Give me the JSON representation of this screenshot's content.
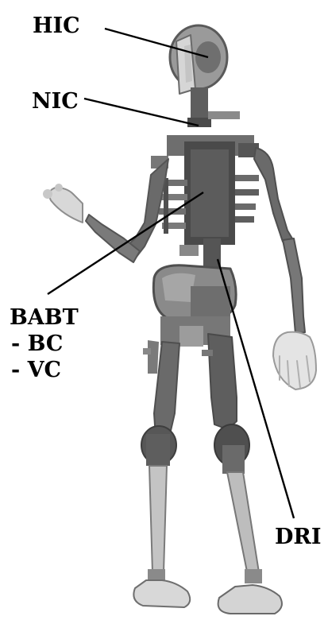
{
  "labels": {
    "hic": "HIC",
    "nic": "NIC",
    "babt": "BABT",
    "bc": "- BC",
    "vc": "- VC",
    "dri": "DRI"
  },
  "colors": {
    "skeleton_dark": "#4a4a4a",
    "skeleton_mid": "#7c7c7c",
    "skeleton_light": "#b9b9b9",
    "leader_line": "#000000",
    "background": "#ffffff"
  }
}
